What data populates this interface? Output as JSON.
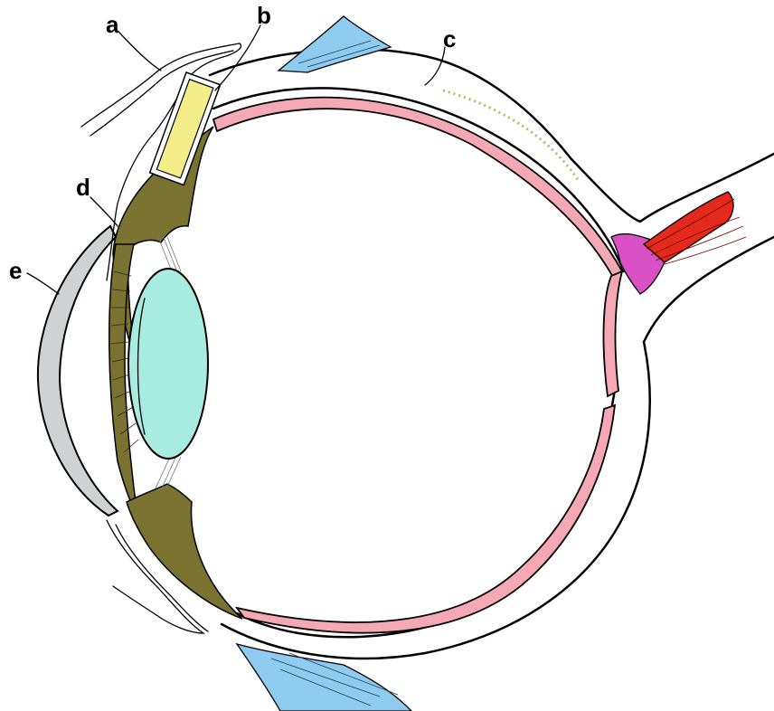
{
  "labels": {
    "a": "a",
    "b": "b",
    "c": "c",
    "d": "d",
    "e": "e"
  },
  "colors": {
    "background": "#ffffff",
    "retina": "#f4a7b5",
    "choroid": "#c8b060",
    "ciliary_iris": "#7a7230",
    "lens": "#a8ece0",
    "cornea": "#cfd2d2",
    "implant": "#f3ee8a",
    "muscle": "#8ecbef",
    "optic_nerve_head": "#d94fc4",
    "optic_nerve": "#e42a1c",
    "outline": "#000000"
  }
}
